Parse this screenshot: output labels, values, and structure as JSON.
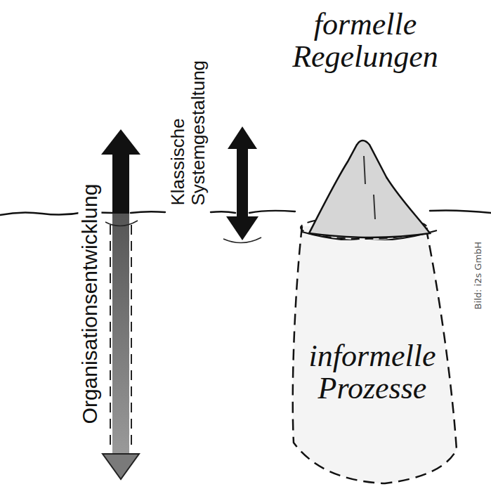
{
  "diagram": {
    "nodes": [
      {
        "text": [
          "formelle Regelungen"
        ]
      },
      {
        "text": [
          "informelle Prozesse"
        ]
      }
    ],
    "labels": [
      "Organisationsentwicklung",
      "Klassische Systemgestaltung",
      "Bild: i2s GmbH"
    ]
  }
}
